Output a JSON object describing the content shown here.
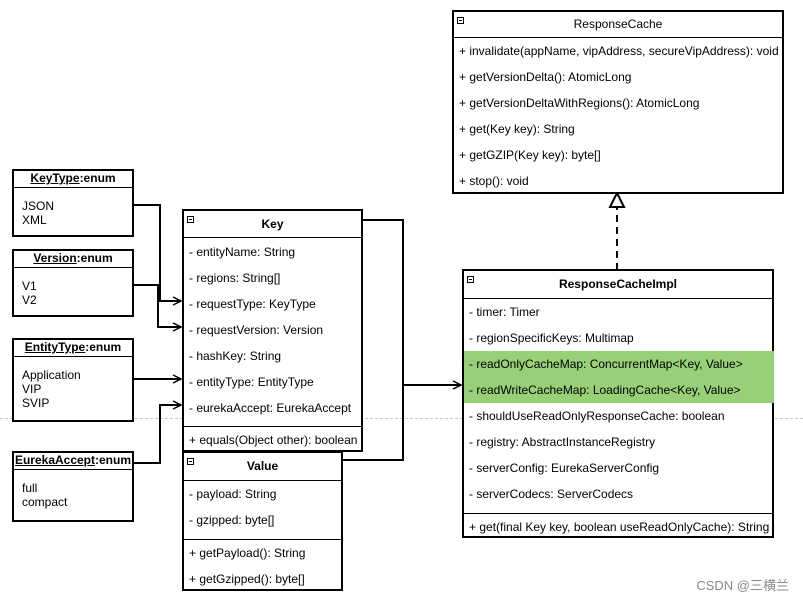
{
  "enums": [
    {
      "name": "KeyType",
      "suffix": ":enum",
      "values": [
        "JSON",
        "XML"
      ]
    },
    {
      "name": "Version",
      "suffix": ":enum",
      "values": [
        "V1",
        "V2"
      ]
    },
    {
      "name": "EntityType",
      "suffix": ":enum",
      "values": [
        "Application",
        "VIP",
        "SVIP"
      ]
    },
    {
      "name": "EurekaAccept",
      "suffix": ":enum",
      "values": [
        "full",
        "compact"
      ]
    }
  ],
  "key_class": {
    "name": "Key",
    "fields": [
      "- entityName: String",
      "- regions: String[]",
      "- requestType: KeyType",
      "- requestVersion: Version",
      "- hashKey: String",
      "- entityType: EntityType",
      "- eurekaAccept: EurekaAccept"
    ],
    "methods": [
      "+ equals(Object other): boolean"
    ]
  },
  "value_class": {
    "name": "Value",
    "fields": [
      "- payload: String",
      "- gzipped: byte[]"
    ],
    "methods": [
      "+ getPayload(): String",
      "+ getGzipped(): byte[]"
    ]
  },
  "response_cache": {
    "name": "ResponseCache",
    "methods": [
      "+ invalidate(appName, vipAddress, secureVipAddress): void",
      "+ getVersionDelta(): AtomicLong",
      "+ getVersionDeltaWithRegions(): AtomicLong",
      "+ get(Key key): String",
      "+ getGZIP(Key key): byte[]",
      "+ stop(): void"
    ]
  },
  "response_cache_impl": {
    "name": "ResponseCacheImpl",
    "fields": [
      "- timer: Timer",
      "- regionSpecificKeys: Multimap",
      "- readOnlyCacheMap: ConcurrentMap<Key, Value>",
      "- readWriteCacheMap: LoadingCache<Key, Value>",
      "- shouldUseReadOnlyResponseCache: boolean",
      "- registry: AbstractInstanceRegistry",
      "- serverConfig: EurekaServerConfig",
      "- serverCodecs: ServerCodecs"
    ],
    "highlighted_fields": [
      2,
      3
    ],
    "methods": [
      "+ get(final Key key, boolean useReadOnlyCache): String"
    ]
  },
  "watermark": "CSDN @三横兰",
  "colors": {
    "highlight": "#97d077",
    "border": "#000000",
    "background": "#ffffff"
  }
}
